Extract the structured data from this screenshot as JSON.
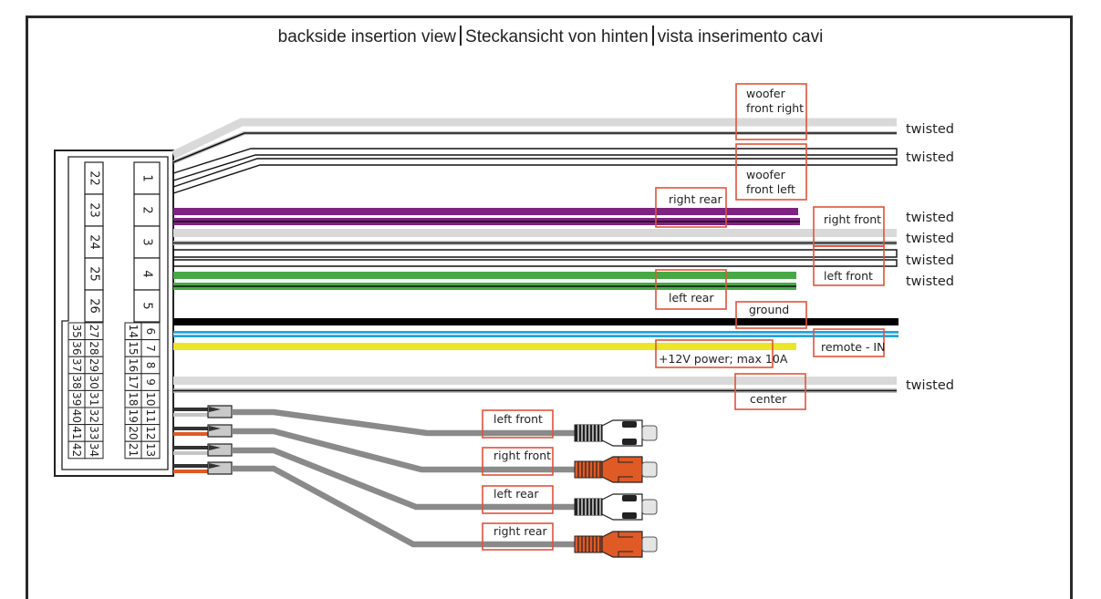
{
  "title": {
    "parts": [
      "backside insertion view",
      "Steckansicht von hinten",
      "vista inserimento cavi"
    ]
  },
  "connector": {
    "large_pins_right": [
      "1",
      "2",
      "3",
      "4",
      "5"
    ],
    "large_pins_left": [
      "22",
      "23",
      "24",
      "25",
      "26"
    ],
    "small_col_1": [
      "6",
      "7",
      "8",
      "9",
      "10",
      "11",
      "12",
      "13"
    ],
    "small_col_2": [
      "14",
      "15",
      "16",
      "17",
      "18",
      "19",
      "20",
      "21"
    ],
    "small_col_3": [
      "27",
      "28",
      "29",
      "30",
      "31",
      "32",
      "33",
      "34"
    ],
    "small_col_4": [
      "35",
      "36",
      "37",
      "38",
      "39",
      "40",
      "41",
      "42"
    ]
  },
  "wire_labels": {
    "woofer_front_right": [
      "woofer",
      "front right"
    ],
    "woofer_front_left": [
      "woofer",
      "front left"
    ],
    "right_rear": "right rear",
    "right_front": "right front",
    "left_front": "left front",
    "left_rear": "left rear",
    "ground": "ground",
    "remote_in": "remote - IN",
    "power": "+12V power; max 10A",
    "center": "center"
  },
  "twisted_labels": [
    "twisted",
    "twisted",
    "twisted",
    "twisted",
    "twisted",
    "twisted",
    "twisted"
  ],
  "rca_labels": [
    "left front",
    "right front",
    "left rear",
    "right rear"
  ],
  "colors": {
    "purple": "#7d2380",
    "gray_light": "#d9d9d9",
    "green": "#46a946",
    "black": "#000000",
    "blue": "#1fa4de",
    "yellow": "#ede527",
    "rca_gray": "#8a8a8a",
    "rca_orange": "#e05a26",
    "label_box": "#e0533a"
  }
}
